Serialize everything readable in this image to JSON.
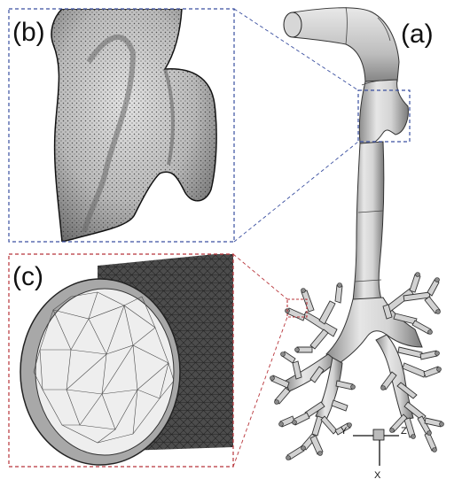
{
  "figure": {
    "labels": {
      "panel_a": "(a)",
      "panel_b": "(b)",
      "panel_c": "(c)"
    },
    "axes": {
      "y": "Y",
      "z": "Z",
      "x": "X"
    },
    "colors": {
      "panel_b_frame": "#3a4fa0",
      "panel_c_frame": "#b8343a",
      "model_surface": "#cfcfcf",
      "mesh_dark": "#3c3c3c"
    }
  }
}
